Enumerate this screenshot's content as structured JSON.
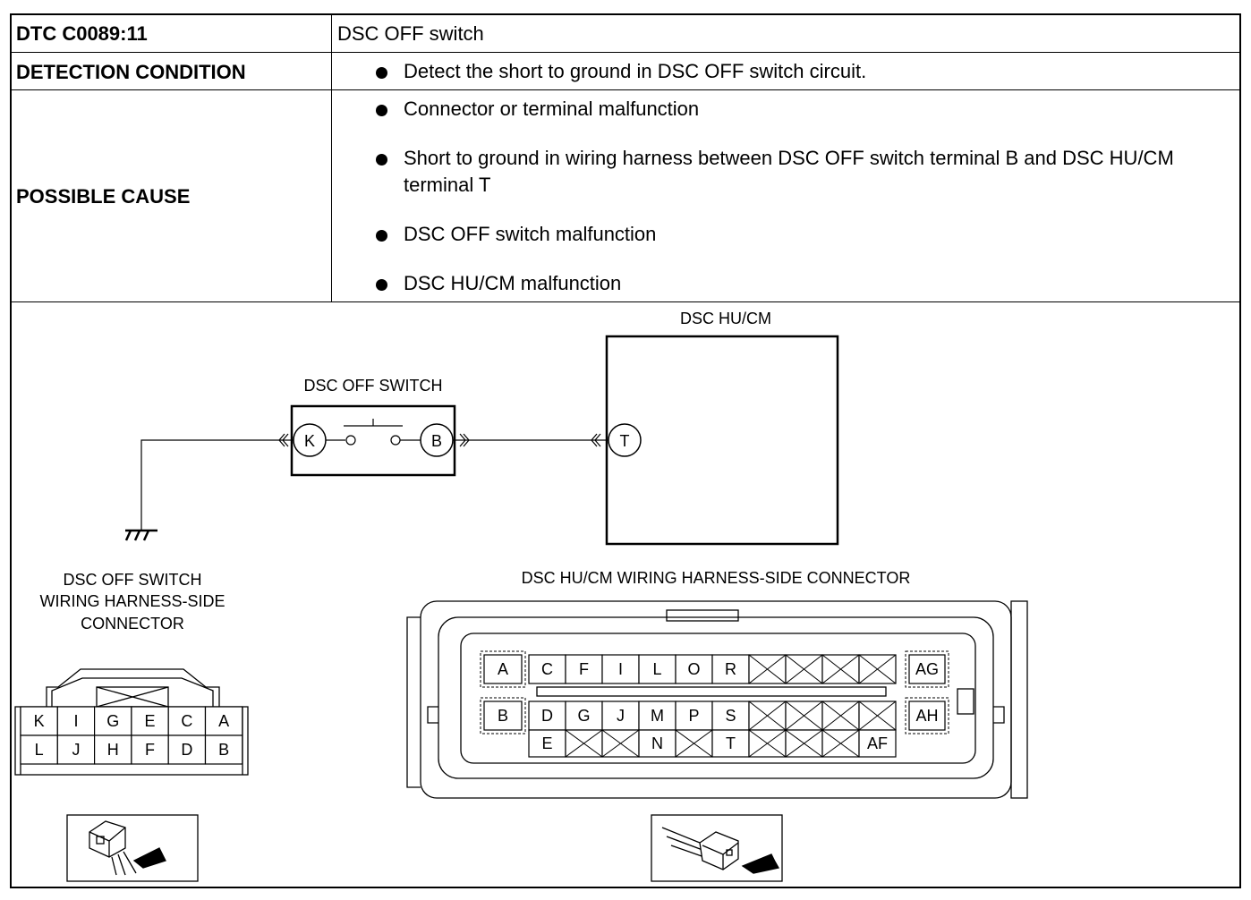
{
  "table": {
    "dtc_label": "DTC C0089:11",
    "dtc_value": "DSC OFF switch",
    "detection_label": "DETECTION CONDITION",
    "detection_items": [
      "Detect the short to ground in DSC OFF switch circuit."
    ],
    "cause_label": "POSSIBLE CAUSE",
    "cause_items": [
      "Connector or terminal malfunction",
      "Short to ground in wiring harness between DSC OFF switch terminal B and DSC HU/CM terminal T",
      "DSC OFF switch malfunction",
      "DSC HU/CM malfunction"
    ]
  },
  "diagram": {
    "hucm_title": "DSC HU/CM",
    "switch_title": "DSC OFF SWITCH",
    "switch_terminals": [
      "K",
      "B"
    ],
    "hucm_terminal": "T",
    "switch_connector_title": [
      "DSC OFF SWITCH",
      "WIRING HARNESS-SIDE",
      "CONNECTOR"
    ],
    "switch_connector_top": [
      "K",
      "I",
      "G",
      "E",
      "C",
      "A"
    ],
    "switch_connector_bottom": [
      "L",
      "J",
      "H",
      "F",
      "D",
      "B"
    ],
    "hucm_connector_title": "DSC HU/CM WIRING HARNESS-SIDE CONNECTOR",
    "hucm_row1": [
      "A",
      "C",
      "F",
      "I",
      "L",
      "O",
      "R",
      "",
      "",
      "",
      "",
      "AG"
    ],
    "hucm_row2": [
      "B",
      "D",
      "G",
      "J",
      "M",
      "P",
      "S",
      "",
      "",
      "",
      "",
      "AH"
    ],
    "hucm_row3": [
      "E",
      "",
      "",
      "N",
      "",
      "T",
      "",
      "",
      "",
      "AF"
    ]
  }
}
